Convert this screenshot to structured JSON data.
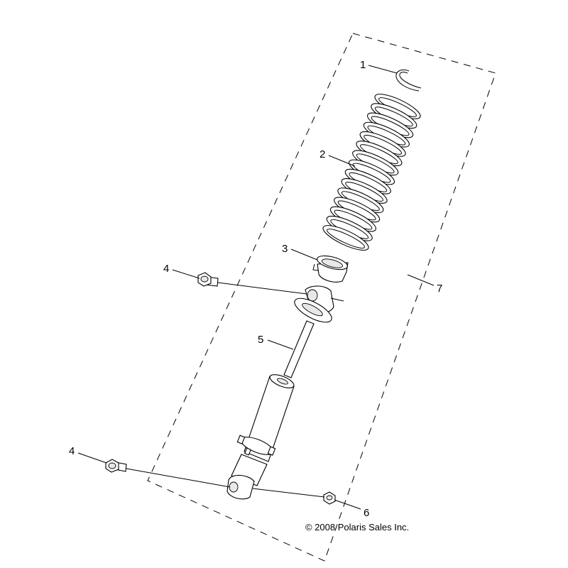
{
  "diagram": {
    "callouts": {
      "c1": "1",
      "c2": "2",
      "c3": "3",
      "c4a": "4",
      "c4b": "4",
      "c5": "5",
      "c6": "6",
      "c7": "7"
    },
    "copyright": "© 2008 Polaris Sales Inc."
  }
}
